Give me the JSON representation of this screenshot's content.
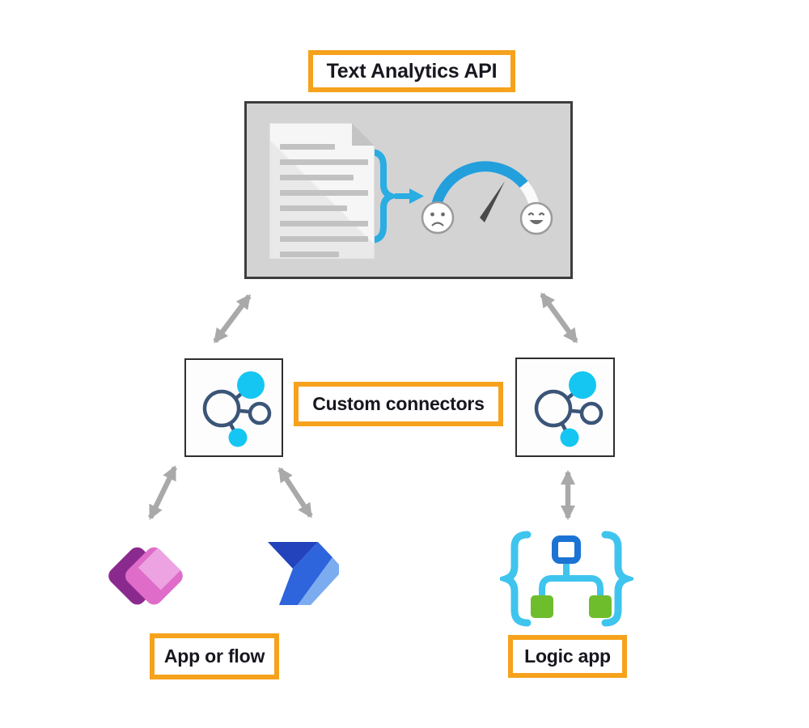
{
  "labels": {
    "title": "Text Analytics API",
    "custom_connectors": "Custom connectors",
    "app_or_flow": "App or flow",
    "logic_app": "Logic app"
  },
  "icons": {
    "document": "document-icon",
    "brace": "curly-brace-icon",
    "arrow": "right-arrow-icon",
    "gauge": "sentiment-gauge-icon",
    "sad_face": "sad-face-icon",
    "happy_face": "happy-face-icon",
    "connector_left": "custom-connector-icon",
    "connector_right": "custom-connector-icon",
    "power_apps": "power-apps-icon",
    "power_automate": "power-automate-icon",
    "logic_app": "logic-app-icon",
    "double_arrows": "double-headed-arrow-icon"
  },
  "colors": {
    "accent-orange": "#F6A21D",
    "ink": "#17171F",
    "panel-bg": "#D3D3D3",
    "panel-border": "#3D3D3D",
    "blue-cyan": "#29ADE3",
    "gauge-blue": "#239FDC",
    "icon-cyan": "#15C6F2",
    "icon-outline": "#3A5577",
    "arrow-grey": "#A9A9A9",
    "needle-grey": "#4A4A4A",
    "logic-cyan": "#3FC4EE",
    "logic-blue": "#1B74D3",
    "logic-green": "#6EBD2D",
    "papps-dark": "#8B2A8E",
    "papps-pink": "#DE6CC8",
    "papps-light": "#EDA2E2",
    "flow-dark": "#2243BB",
    "flow-mid": "#2E64DC",
    "flow-light": "#7CACF0"
  }
}
